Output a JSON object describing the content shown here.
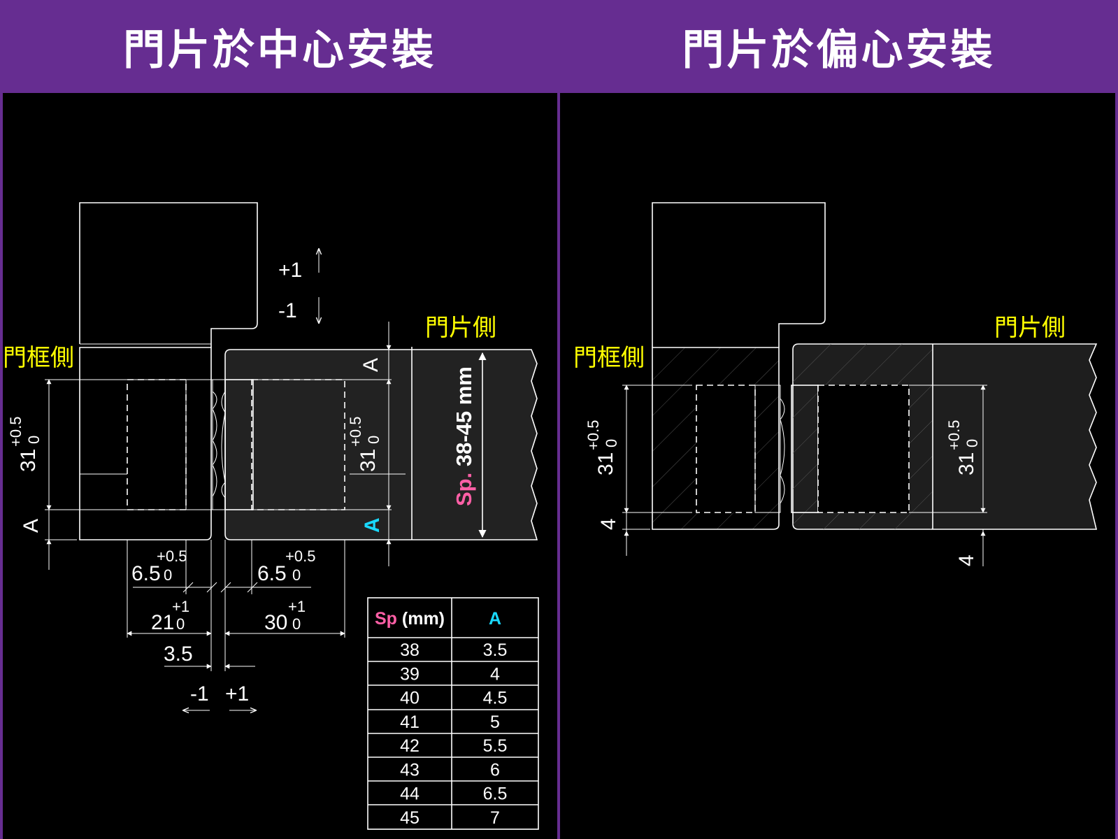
{
  "headers": {
    "left": "門片於中心安裝",
    "right": "門片於偏心安裝"
  },
  "labels": {
    "frame_side": "門框側",
    "door_side": "門片側"
  },
  "colors": {
    "header_bg": "#662d91",
    "label_yellow": "#ffff00",
    "sp_pink": "#ff5fa6",
    "a_cyan": "#19d9ff"
  },
  "left_panel": {
    "adj_plus": "+1",
    "adj_minus": "-1",
    "dim_31": "31",
    "tol_05": "+0.5",
    "tol_0": "0",
    "dim_A": "A",
    "dim_65": "6.5",
    "dim_21": "21",
    "dim_30": "30",
    "tol_1": "+1",
    "dim_35": "3.5",
    "lat_minus": "-1",
    "lat_plus": "+1",
    "sp_prefix": "Sp.",
    "sp_range": " 38-45 mm"
  },
  "table": {
    "header_sp": "Sp",
    "header_unit": " (mm)",
    "header_a": "A",
    "rows": [
      {
        "sp": "38",
        "a": "3.5"
      },
      {
        "sp": "39",
        "a": "4"
      },
      {
        "sp": "40",
        "a": "4.5"
      },
      {
        "sp": "41",
        "a": "5"
      },
      {
        "sp": "42",
        "a": "5.5"
      },
      {
        "sp": "43",
        "a": "6"
      },
      {
        "sp": "44",
        "a": "6.5"
      },
      {
        "sp": "45",
        "a": "7"
      }
    ]
  },
  "right_panel": {
    "dim_31": "31",
    "tol_05": "+0.5",
    "tol_0": "0",
    "dim_4": "4"
  }
}
